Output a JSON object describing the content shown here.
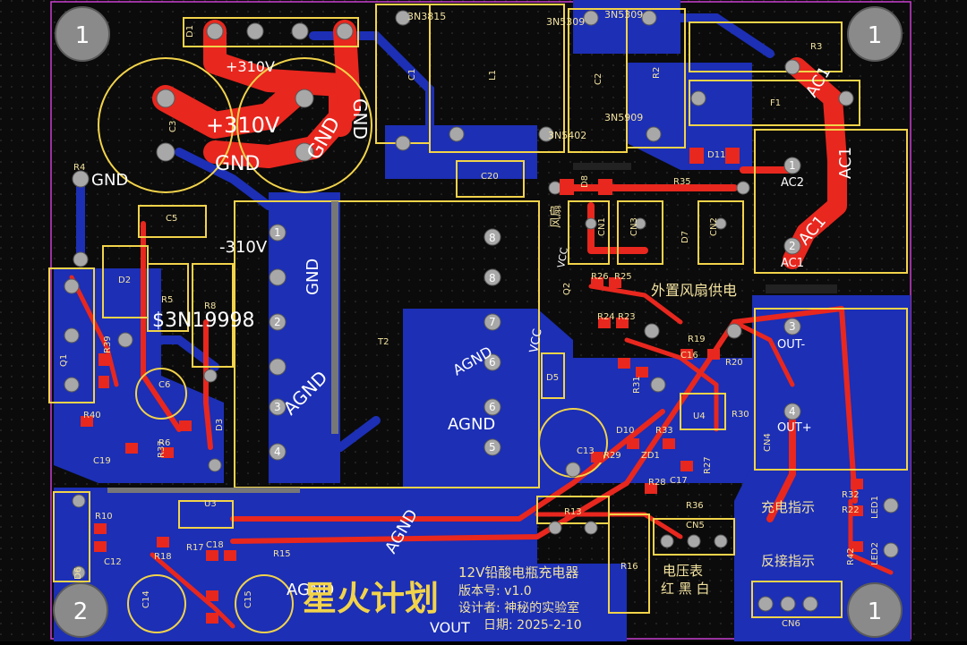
{
  "board": {
    "colors": {
      "background": "#0b0b0b",
      "copper_bottom": "#1c2fb5",
      "copper_top": "#e8271e",
      "silkscreen": "#f2d34a",
      "pad": "#a8a8a8",
      "grid": "#3a3a3a"
    },
    "mount_holes": [
      "1",
      "1",
      "2",
      "1"
    ],
    "titles": {
      "brand": "星火计划",
      "product": "12V铅酸电瓶充电器",
      "version": "版本号: v1.0",
      "designer": "设计者: 神秘的实验室",
      "date": "日期: 2025-2-10"
    },
    "net_labels": {
      "p310": "+310V",
      "gnd": "GND",
      "m310": "-310V",
      "agnd": "AGND",
      "ac1": "AC1",
      "ac2": "AC2",
      "out_minus": "OUT-",
      "out_plus": "OUT+",
      "vcc": "VCC",
      "dollar_net": "$3N19998",
      "net_a": "3N3815",
      "net_b": "3N5309",
      "net_c": "3N5402",
      "net_d": "3N5909"
    },
    "cn_labels": {
      "fan_power": "外置风扇供电",
      "fan": "风扇",
      "voltmeter": "电压表",
      "voltmeter_colors": "红 黑 白",
      "charge_indicator": "充电指示",
      "reverse_indicator": "反接指示",
      "vout": "VOUT"
    },
    "refdes": [
      "D1",
      "R3",
      "L1",
      "C2",
      "R2",
      "C1",
      "F1",
      "R4",
      "C3",
      "C20",
      "D8",
      "R35",
      "D11",
      "CN1",
      "CN3",
      "D7",
      "CN2",
      "C5",
      "D2",
      "R5",
      "R8",
      "T2",
      "R26",
      "R25",
      "Q2",
      "R24",
      "R23",
      "R19",
      "R20",
      "C16",
      "Q1",
      "R39",
      "R40",
      "C6",
      "R37",
      "R6",
      "D3",
      "C19",
      "D5",
      "R31",
      "U4",
      "R30",
      "CN4",
      "D10",
      "R33",
      "R29",
      "ZD1",
      "R28",
      "C17",
      "R27",
      "R36",
      "C13",
      "R13",
      "U3",
      "R10",
      "R17",
      "C18",
      "R18",
      "R15",
      "C12",
      "D6",
      "C14",
      "C15",
      "R16",
      "CN5",
      "R32",
      "R22",
      "LED1",
      "R42",
      "LED2",
      "CN6"
    ],
    "pin_numbers": [
      "8",
      "8",
      "7",
      "6",
      "6",
      "5",
      "1",
      "2",
      "3",
      "4",
      "1",
      "2",
      "3",
      "4"
    ]
  }
}
